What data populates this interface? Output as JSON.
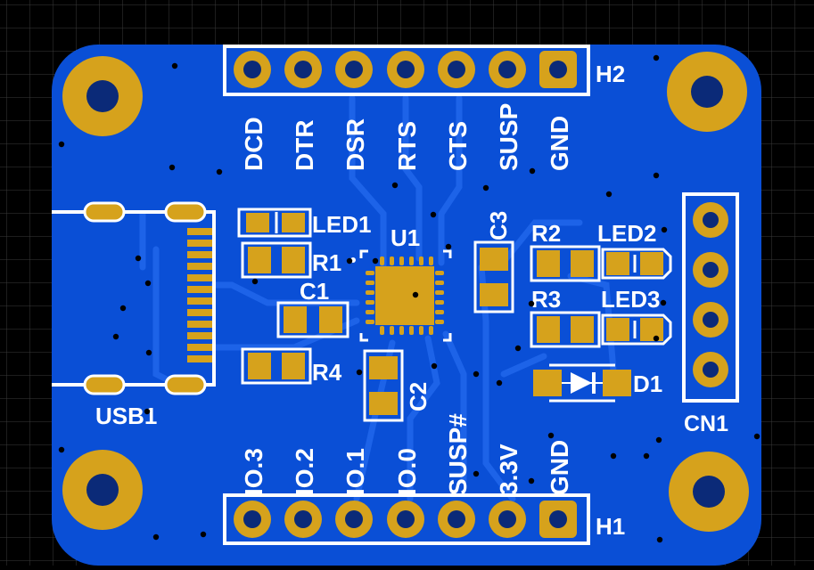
{
  "board": {
    "colors": {
      "background": "#000000",
      "grid": "#3a3a3a",
      "board": "#0a4fd6",
      "traces": "#1a5fe0",
      "copper": "#d6a21c",
      "silk": "#ffffff",
      "hole": "#0b2a78"
    }
  },
  "headers": {
    "h2": {
      "ref": "H2",
      "pins": [
        "DCD",
        "DTR",
        "DSR",
        "RTS",
        "CTS",
        "SUSP",
        "GND"
      ]
    },
    "h1": {
      "ref": "H1",
      "pins": [
        "IO.3",
        "IO.2",
        "IO.1",
        "IO.0",
        "SUSP#",
        "3.3V",
        "GND"
      ]
    },
    "cn1": {
      "ref": "CN1"
    }
  },
  "components": {
    "usb": "USB1",
    "u1": "U1",
    "led1": "LED1",
    "r1": "R1",
    "c1": "C1",
    "r4": "R4",
    "c2": "C2",
    "c3": "C3",
    "r2": "R2",
    "led2": "LED2",
    "r3": "R3",
    "led3": "LED3",
    "d1": "D1"
  }
}
